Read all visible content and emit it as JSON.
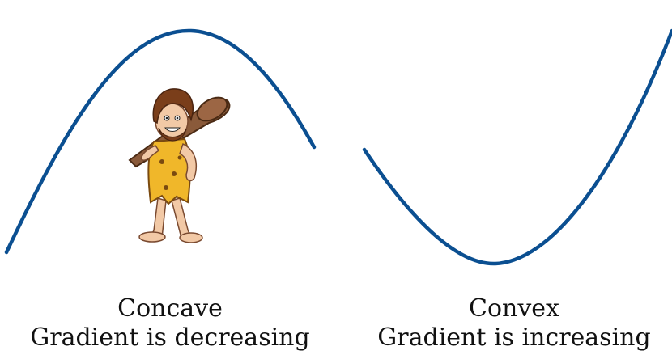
{
  "diagram": {
    "curve_color": "#0b4f91",
    "left": {
      "label": "Concave",
      "description": "Gradient is decreasing",
      "curve_shape": "concave-down arc (hill)",
      "illustration_icon": "caveman-with-club"
    },
    "right": {
      "label": "Convex",
      "description": "Gradient is increasing",
      "curve_shape": "convex-up arc (valley)"
    }
  }
}
